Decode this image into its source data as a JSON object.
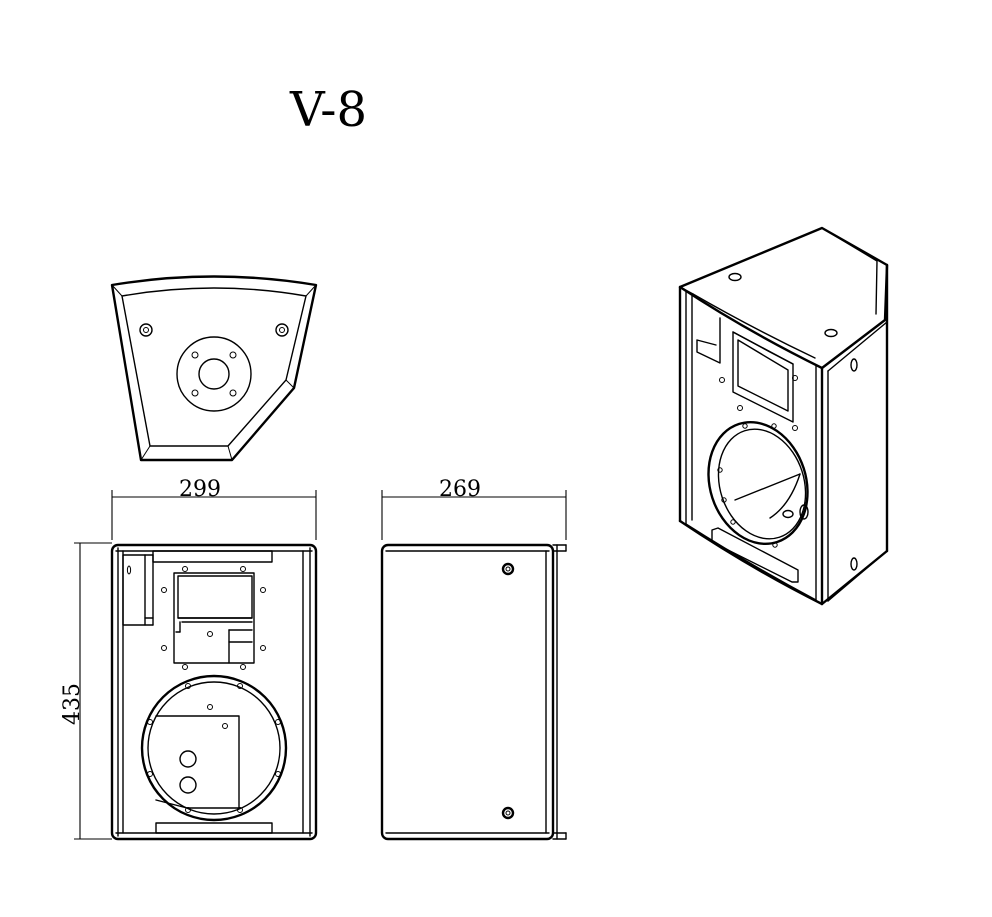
{
  "model": {
    "title": "V-8"
  },
  "dimensions": {
    "width": "299",
    "depth": "269",
    "height": "435"
  }
}
